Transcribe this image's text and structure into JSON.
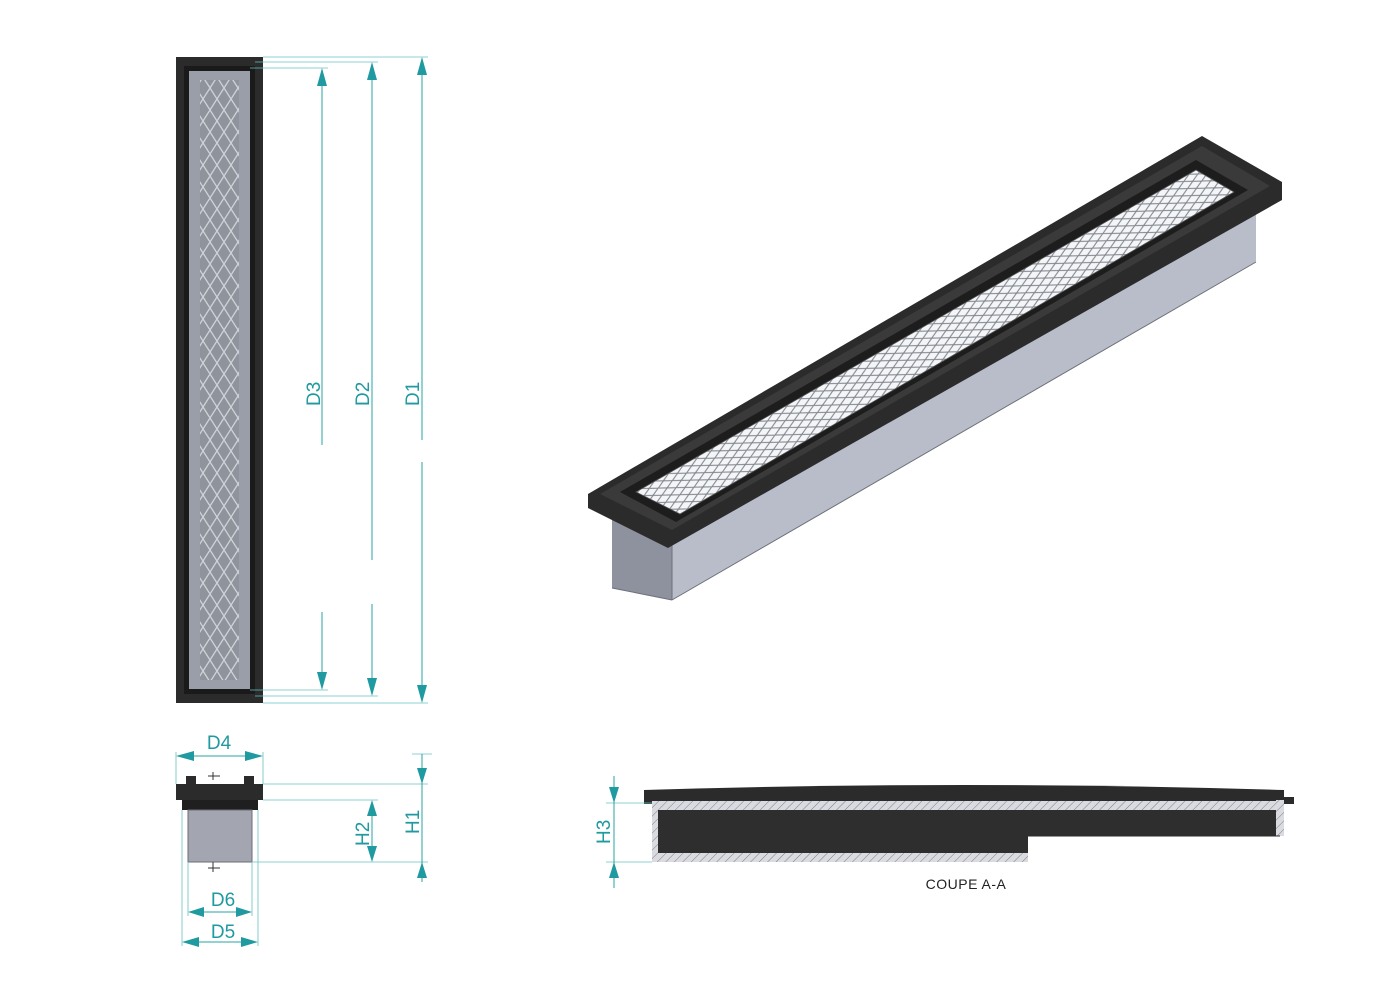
{
  "labels": {
    "d1": "D1",
    "d2": "D2",
    "d3": "D3",
    "d4": "D4",
    "d5": "D5",
    "d6": "D6",
    "h1": "H1",
    "h2": "H2",
    "h3": "H3",
    "section": "COUPE A-A"
  },
  "colors": {
    "dimension": "#1f9aa0",
    "frame": "#2b2b2b",
    "media": "#9b9ea8",
    "housing": "#b8bcc8"
  }
}
